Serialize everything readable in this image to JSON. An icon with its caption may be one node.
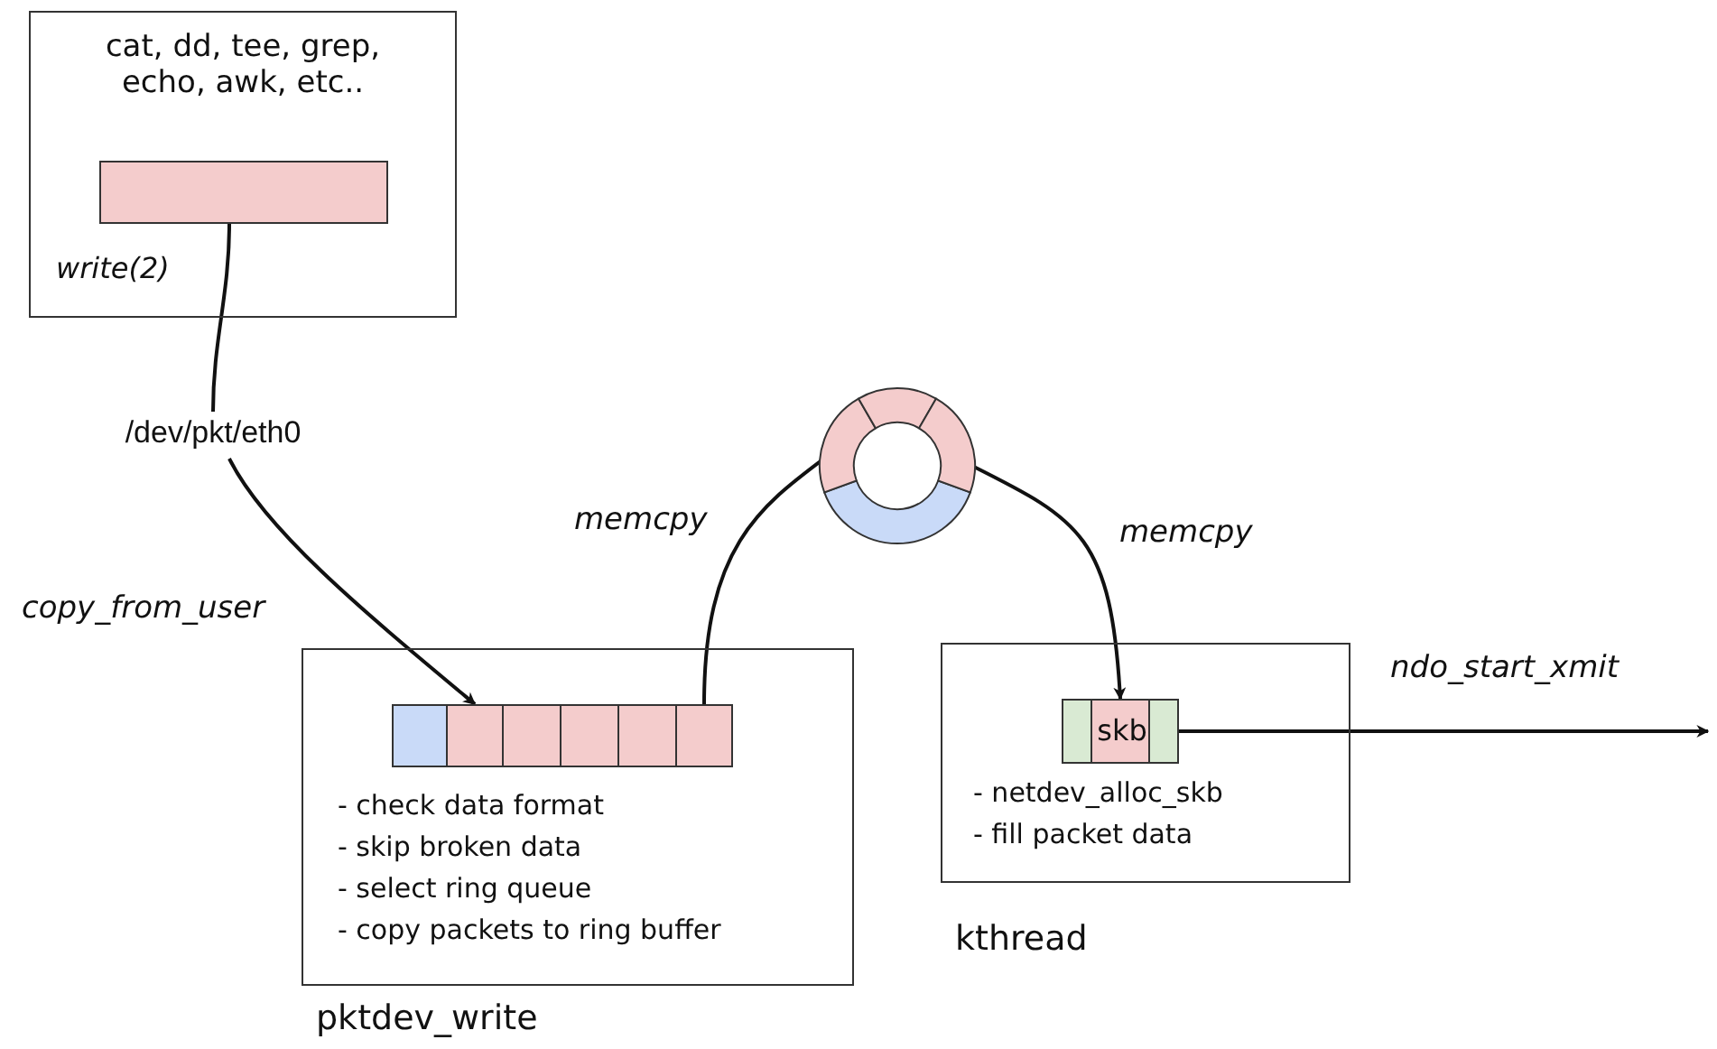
{
  "diagram": {
    "nodes": [
      {
        "text": [
          "cat, dd, tee, grep, echo, awk, etc..",
          "write(2)"
        ]
      },
      {
        "text": [],
        "shape": "bar",
        "in": 0
      },
      {
        "text": [
          "/dev/pkt/eth0"
        ]
      },
      {
        "text": [
          "- check data format",
          "- skip broken data",
          "- select ring queue",
          "- copy packets to ring buffer",
          "pktdev_write"
        ]
      },
      {
        "text": [],
        "shape": "box",
        "in": 3
      },
      {
        "text": [],
        "shape": "box",
        "in": 3
      },
      {
        "text": [],
        "shape": "box",
        "in": 3
      },
      {
        "text": [],
        "shape": "box",
        "in": 3
      },
      {
        "text": [],
        "shape": "box",
        "in": 3
      },
      {
        "text": [],
        "shape": "box",
        "in": 3
      },
      {
        "text": [],
        "shape": "circle"
      },
      {
        "text": [
          "- netdev_alloc_skb",
          "- fill packet data",
          "kthread"
        ]
      },
      {
        "text": [
          "skb"
        ],
        "in": 11
      }
    ],
    "edges": [
      {
        "from": 1,
        "to": 2,
        "arrow": "none"
      },
      {
        "from": 2,
        "to": 5,
        "arrow": "to",
        "label": "copy_from_user"
      },
      {
        "from": 9,
        "to": 10,
        "arrow": "to",
        "label": "memcpy"
      },
      {
        "from": 10,
        "to": 12,
        "arrow": "to",
        "label": "memcpy"
      },
      {
        "from": 12,
        "to": null,
        "arrow": "to",
        "label": "ndo_start_xmit"
      }
    ]
  }
}
